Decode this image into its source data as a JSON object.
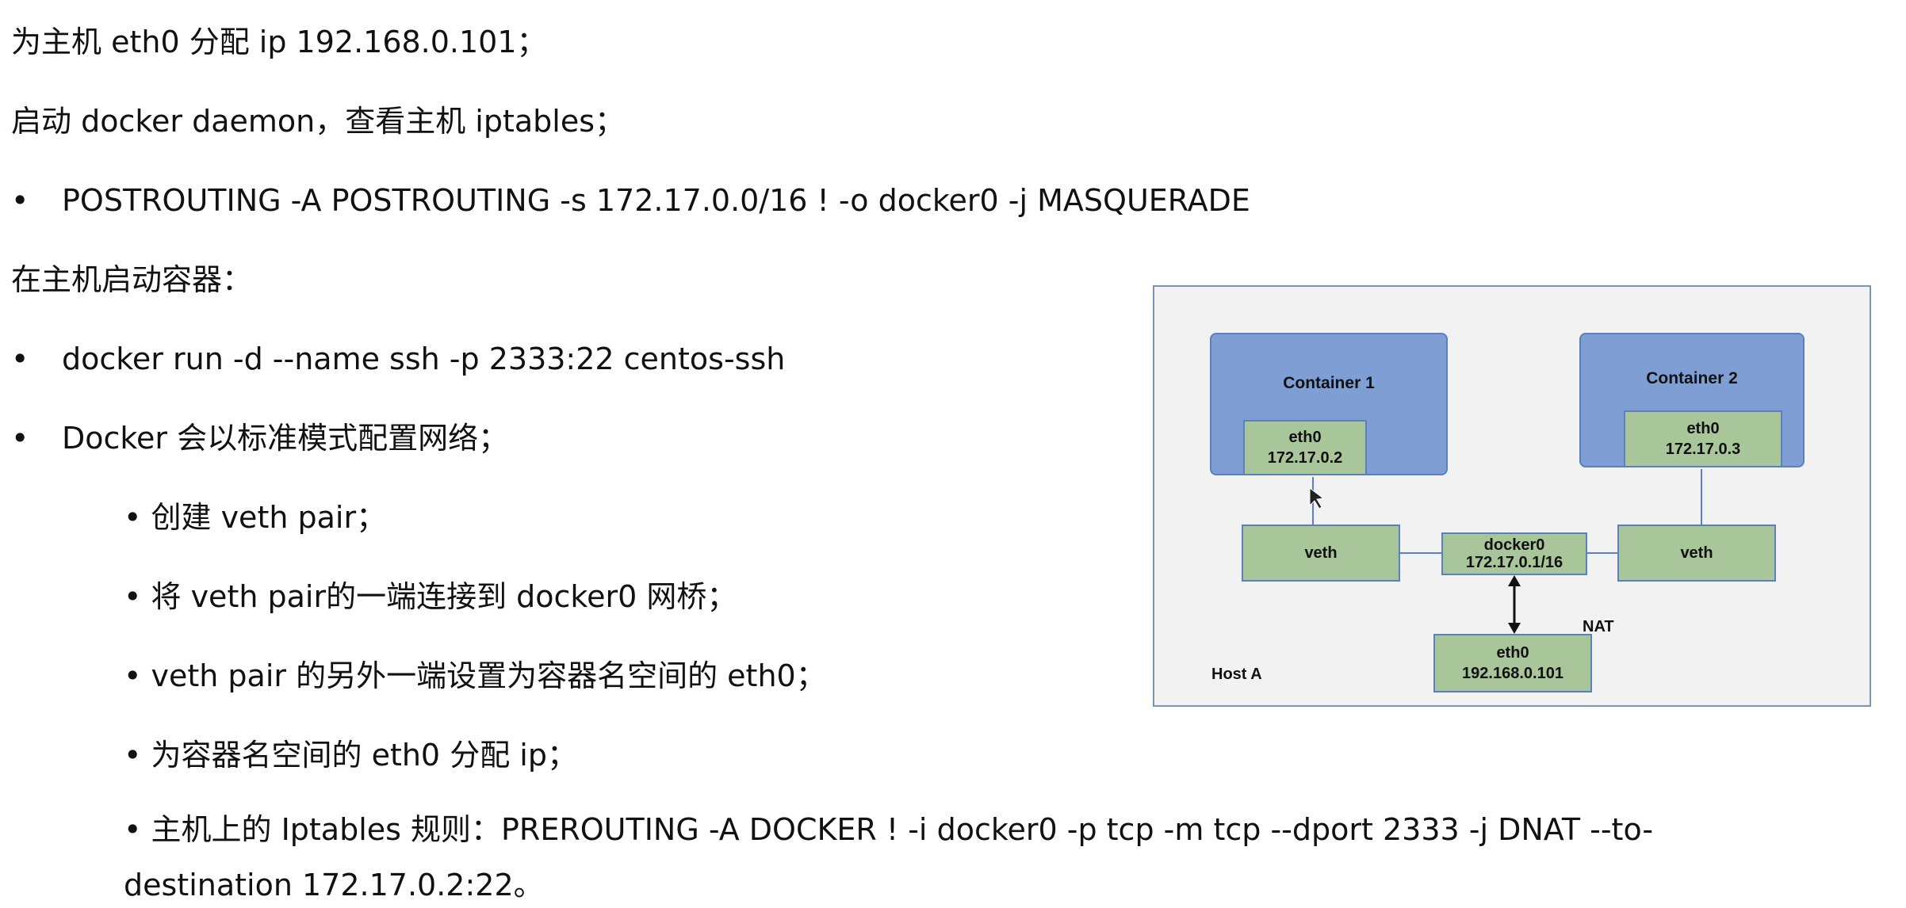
{
  "lines": {
    "l1": "为主机 eth0 分配 ip 192.168.0.101；",
    "l2": "启动 docker daemon，查看主机 iptables；",
    "l3": "POSTROUTING -A POSTROUTING -s 172.17.0.0/16 ! -o docker0 -j MASQUERADE",
    "l4": "在主机启动容器：",
    "l5": "docker run -d --name ssh -p 2333:22 centos-ssh",
    "l6": "Docker 会以标准模式配置网络；",
    "s1": "• 创建 veth pair；",
    "s2": "• 将 veth pair的一端连接到 docker0 网桥；",
    "s3": "• veth pair 的另外一端设置为容器名空间的 eth0；",
    "s4": "• 为容器名空间的 eth0 分配 ip；",
    "s5a": "• 主机上的 Iptables  规则：PREROUTING -A DOCKER ! -i docker0 -p tcp -m tcp --dport 2333 -j DNAT --to-",
    "s5b": "destination 172.17.0.2:22。"
  },
  "bullet_glyph": "•",
  "diagram": {
    "container1": {
      "title": "Container 1",
      "eth": "eth0",
      "ip": "172.17.0.2"
    },
    "container2": {
      "title": "Container 2",
      "eth": "eth0",
      "ip": "172.17.0.3"
    },
    "veth_left": "veth",
    "veth_right": "veth",
    "bridge": {
      "name": "docker0",
      "ip": "172.17.0.1/16"
    },
    "host_eth": {
      "name": "eth0",
      "ip": "192.168.0.101"
    },
    "nat_label": "NAT",
    "host_label": "Host A",
    "colors": {
      "background": "#f2f2f2",
      "container": "#7f9fd4",
      "interface": "#a8c69a",
      "border": "#5b7fbf"
    }
  }
}
